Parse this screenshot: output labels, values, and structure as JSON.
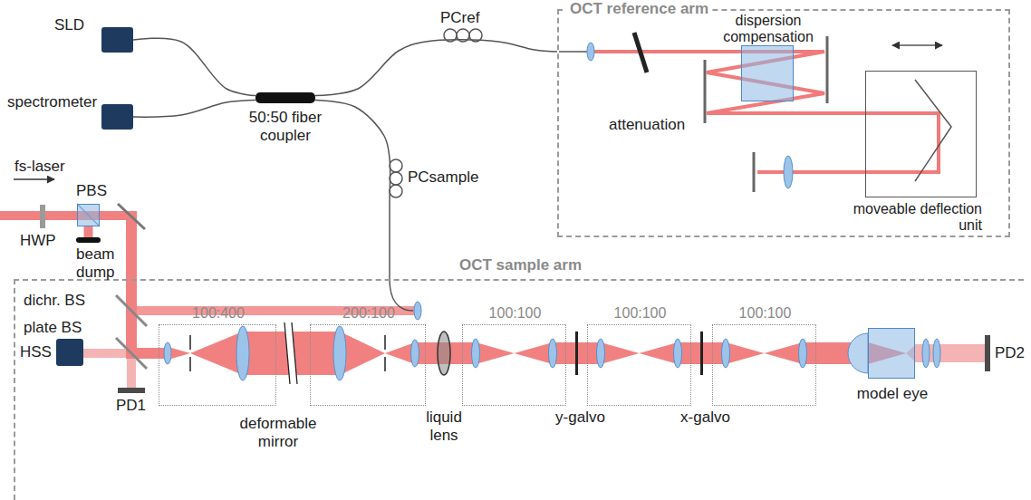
{
  "diagram": {
    "nodes": [
      {
        "text": [
          "SLD"
        ]
      },
      {
        "text": [
          "spectrometer"
        ]
      },
      {
        "text": [
          "50:50 fiber coupler"
        ]
      },
      {
        "text": [
          "OCT reference arm"
        ]
      },
      {
        "text": [
          "dispersion compensation"
        ],
        "in": 3
      },
      {
        "text": [
          "moveable deflection unit"
        ],
        "in": 3
      },
      {
        "text": [
          "PBS"
        ]
      },
      {
        "text": [
          "beam dump"
        ]
      },
      {
        "text": [
          "OCT sample arm"
        ]
      },
      {
        "text": [
          "HSS"
        ],
        "in": 8
      },
      {
        "text": [
          "PD1"
        ],
        "in": 8
      },
      {
        "text": [
          "100:400"
        ],
        "in": 8
      },
      {
        "text": [
          "200:100"
        ],
        "in": 8
      },
      {
        "text": [
          "100:100"
        ],
        "in": 8
      },
      {
        "text": [
          "100:100"
        ],
        "in": 8
      },
      {
        "text": [
          "100:100"
        ],
        "in": 8
      },
      {
        "text": [
          "model eye"
        ],
        "in": 8
      },
      {
        "text": [
          "PD2"
        ],
        "in": 8
      }
    ],
    "edges": [
      {
        "from": 0,
        "to": 2,
        "arrow": "none"
      },
      {
        "from": 1,
        "to": 2,
        "arrow": "none"
      },
      {
        "from": 2,
        "to": 3,
        "arrow": "none"
      },
      {
        "from": 2,
        "to": 8,
        "arrow": "none"
      },
      {
        "from": 6,
        "to": 7,
        "arrow": "none"
      },
      {
        "from": 11,
        "to": 12,
        "arrow": "none"
      },
      {
        "from": 12,
        "to": 13,
        "arrow": "none"
      },
      {
        "from": 13,
        "to": 14,
        "arrow": "none"
      },
      {
        "from": 14,
        "to": 15,
        "arrow": "none"
      },
      {
        "from": 15,
        "to": 16,
        "arrow": "none"
      },
      {
        "from": 16,
        "to": 17,
        "arrow": "none"
      }
    ],
    "labels": [
      "PCref",
      "PCsample",
      "attenuation",
      "fs-laser",
      "HWP",
      "dichr. BS",
      "plate BS",
      "deformable mirror",
      "liquid lens",
      "y-galvo",
      "x-galvo"
    ]
  }
}
